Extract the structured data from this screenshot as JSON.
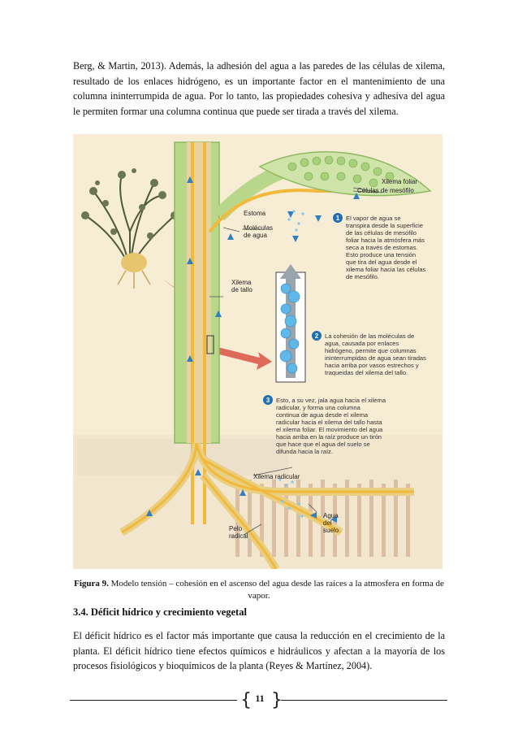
{
  "paragraph_top": "Berg, & Martin, 2013). Además, la adhesión del agua a las paredes de  las células de xilema, resultado de los enlaces hidrógeno, es un importante factor en el mantenimiento de una columna ininterrumpida de agua. Por lo tanto, las propiedades cohesiva y adhesiva del agua le permiten formar una columna continua que puede ser tirada a través del xilema.",
  "figure": {
    "labels": {
      "xilema_foliar": "Xilema foliar",
      "celulas_mesofilo": "Células de mesófilo",
      "estoma": "Estoma",
      "moleculas_agua_1": "Moléculas",
      "moleculas_agua_2": "de agua",
      "xilema_tallo_1": "Xilema",
      "xilema_tallo_2": "de tallo",
      "xilema_radicular": "Xilema radicular",
      "agua_suelo_1": "Agua",
      "agua_suelo_2": "del",
      "agua_suelo_3": "suelo",
      "pelo_radical_1": "Pelo",
      "pelo_radical_2": "radical"
    },
    "steps": [
      {
        "number": "1",
        "lines": [
          "El vapor de agua se",
          "transpira desde la superficie",
          "de las células de mesófilo",
          "foliar hacia la atmósfera más",
          "seca a través de estomas.",
          "Esto produce una tensión",
          "que tira del agua desde el",
          "xilema foliar hacia las células",
          "de mesófilo."
        ]
      },
      {
        "number": "2",
        "lines": [
          "La cohesión de las moléculas de",
          "agua, causada por enlaces",
          "hidrógeno, permite que columnas",
          "ininterrumpidas de agua sean tiradas",
          "hacia arriba por vasos estrechos y",
          "traqueidas del xilema del tallo."
        ]
      },
      {
        "number": "3",
        "lines": [
          "Esto, a su vez, jala agua hacia el xilema",
          "radicular, y forma una columna",
          "continua de agua desde el xilema",
          "radicular hacia el xilema del tallo hasta",
          "el xilema foliar. El movimiento del agua",
          "hacia arriba en la raíz produce un tirón",
          "que hace que el agua del suelo se",
          "difunda hacia la raíz."
        ]
      }
    ],
    "colors": {
      "background": "#f7ecd4",
      "stem": "#b9d78a",
      "xylem": "#f2b93a",
      "arrow": "#2f7fc1",
      "step_badge": "#1f6fb2",
      "pink_arrow": "#e06a5a"
    }
  },
  "caption": {
    "label": "Figura 9.",
    "text": " Modelo tensión – cohesión en el ascenso del agua desde las raíces a la atmosfera en forma de vapor."
  },
  "section_heading": "3.4. Déficit hídrico y crecimiento vegetal",
  "paragraph_bottom": "El déficit hídrico es el factor más importante que causa la reducción en el crecimiento de la planta. El déficit hídrico tiene efectos químicos e hidráulicos y afectan a la mayoría de los procesos fisiológicos y bioquímicos de la planta (Reyes & Martínez, 2004).",
  "footer": {
    "page_number": "11"
  }
}
